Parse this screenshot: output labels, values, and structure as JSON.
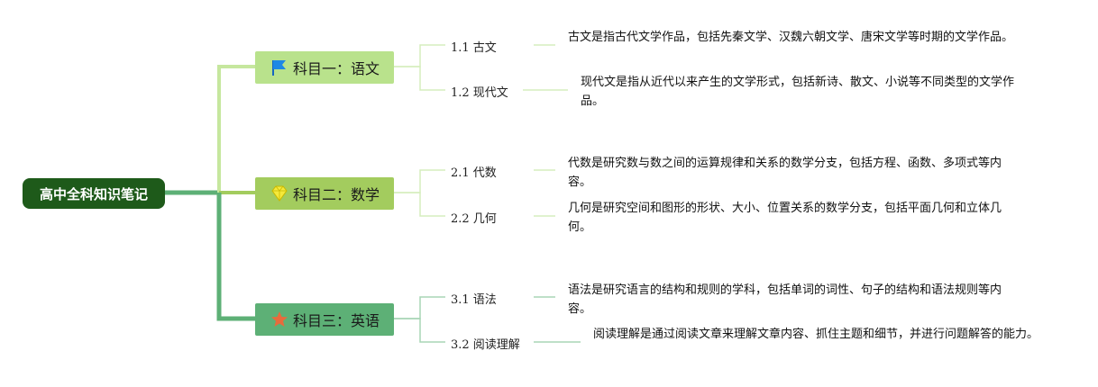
{
  "root": {
    "label": "高中全科知识笔记"
  },
  "subjects": [
    {
      "label": "科目一：语文",
      "icon": "flag-icon",
      "color": "#b9e28c",
      "line_color": "#c6e79e",
      "children": [
        {
          "label": "1.1 古文",
          "description": "古文是指古代文学作品，包括先秦文学、汉魏六朝文学、唐宋文学等时期的文学作品。"
        },
        {
          "label": "1.2 现代文",
          "description": "现代文是指从近代以来产生的文学形式，包括新诗、散文、小说等不同类型的文学作品。"
        }
      ]
    },
    {
      "label": "科目二：数学",
      "icon": "diamond-icon",
      "color": "#a3cc5e",
      "line_color": "#c6e79e",
      "children": [
        {
          "label": "2.1 代数",
          "description": "代数是研究数与数之间的运算规律和关系的数学分支，包括方程、函数、多项式等内容。"
        },
        {
          "label": "2.2 几何",
          "description": "几何是研究空间和图形的形状、大小、位置关系的数学分支，包括平面几何和立体几何。"
        }
      ]
    },
    {
      "label": "科目三：英语",
      "icon": "star-icon",
      "color": "#5db076",
      "line_color": "#a8d5b5",
      "children": [
        {
          "label": "3.1 语法",
          "description": "语法是研究语言的结构和规则的学科，包括单词的词性、句子的结构和语法规则等内容。"
        },
        {
          "label": "3.2 阅读理解",
          "description": "阅读理解是通过阅读文章来理解文章内容、抓住主题和细节，并进行问题解答的能力。"
        }
      ]
    }
  ]
}
